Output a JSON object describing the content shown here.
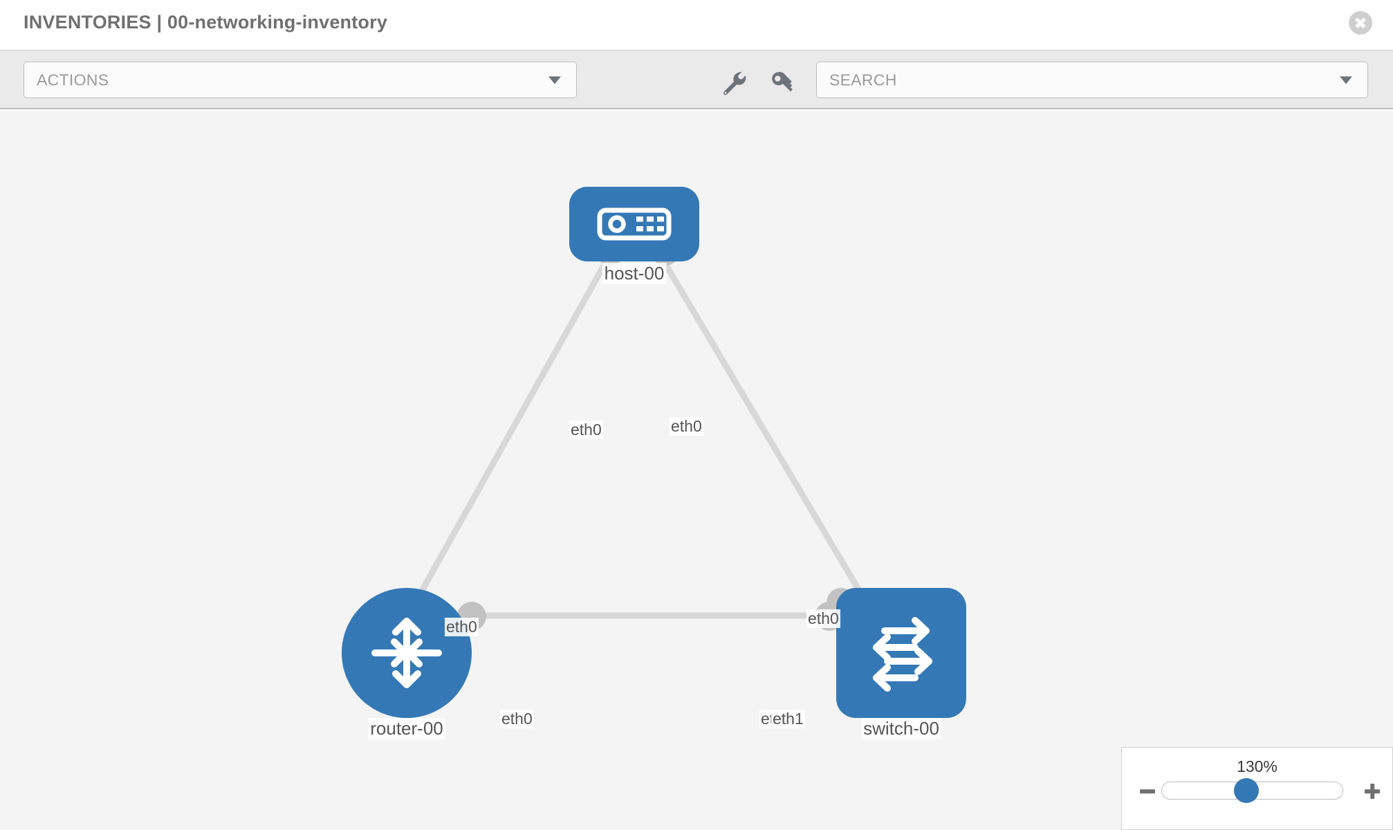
{
  "header": {
    "title": "INVENTORIES | 00-networking-inventory",
    "close_icon": "close-circle-icon"
  },
  "toolbar": {
    "actions_label": "ACTIONS",
    "actions_caret_icon": "chevron-down-icon",
    "wrench_icon": "wrench-icon",
    "key_icon": "key-icon",
    "search_placeholder": "SEARCH",
    "search_value": "",
    "search_caret_icon": "chevron-down-icon"
  },
  "topology": {
    "nodes": [
      {
        "id": "host-00",
        "label": "host-00",
        "type": "host",
        "icon": "server-appliance-icon",
        "color": "#3479b5"
      },
      {
        "id": "router-00",
        "label": "router-00",
        "type": "router",
        "icon": "four-arrows-inward-icon",
        "color": "#3479b5"
      },
      {
        "id": "switch-00",
        "label": "switch-00",
        "type": "switch",
        "icon": "bidirectional-arrows-icon",
        "color": "#3479b5"
      }
    ],
    "links": [
      {
        "from": "host-00",
        "to": "router-00",
        "from_label": "eth0",
        "to_label": "eth0"
      },
      {
        "from": "host-00",
        "to": "switch-00",
        "from_label": "eth0",
        "to_label": "eth0"
      },
      {
        "from": "router-00",
        "to": "switch-00",
        "from_label": "eth0",
        "to_label": "eth0",
        "extra_label": "eth1"
      }
    ],
    "interface_labels": {
      "host_left": "eth0",
      "host_right": "eth0",
      "router_upper": "eth0",
      "switch_upper": "eth0",
      "router_right": "eth0",
      "switch_left_a": "eth0",
      "switch_left_b": "eth1"
    },
    "link_color": "#d8d8d8",
    "endpoint_color": "#c2c2c2"
  },
  "zoom": {
    "value_label": "130%",
    "minus_icon": "minus-icon",
    "plus_icon": "plus-icon",
    "slider_percent": 130
  }
}
